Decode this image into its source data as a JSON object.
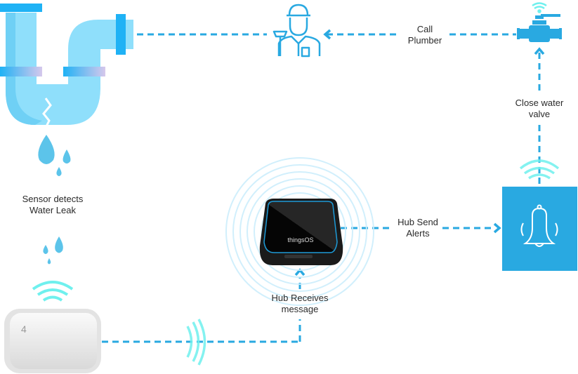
{
  "colors": {
    "accent": "#29a9e1",
    "pipe_light": "#8fdffb",
    "pipe_mid": "#6fd0f5",
    "pipe_flange": "#1fb2f5",
    "drop": "#5cc4ea",
    "wifi": "#6ff0ee",
    "hub_body": "#111111",
    "hub_edge": "#1e9ad6",
    "alert_box": "#29a9e1"
  },
  "labels": {
    "call_plumber_1": "Call",
    "call_plumber_2": "Plumber",
    "close_valve_1": "Close water",
    "close_valve_2": "valve",
    "sensor_1": "Sensor detects",
    "sensor_2": "Water Leak",
    "hub_send_1": "Hub Send",
    "hub_send_2": "Alerts",
    "hub_receives_1": "Hub Receives",
    "hub_receives_2": "message",
    "hub_brand": "thingsOS"
  }
}
